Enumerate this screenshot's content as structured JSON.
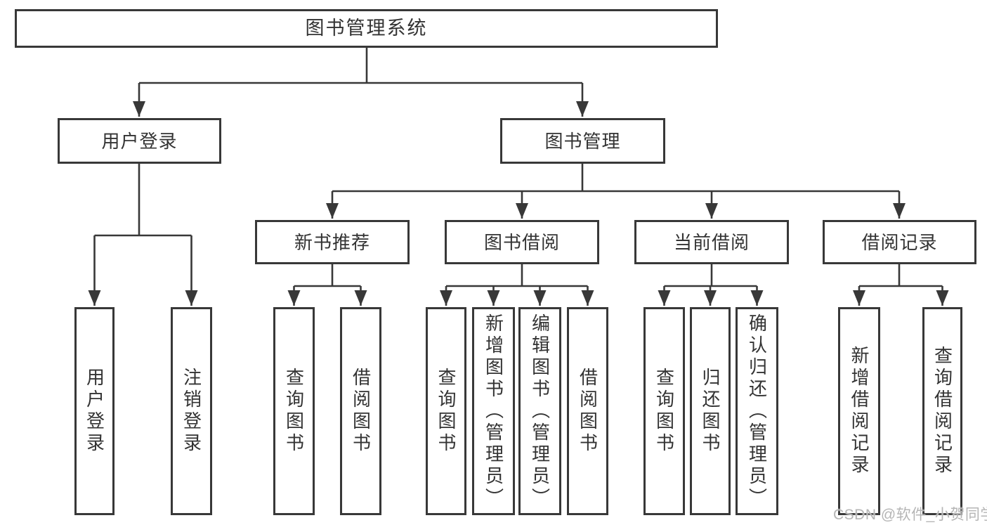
{
  "colors": {
    "line": "#383838",
    "border": "#383838",
    "text": "#333333",
    "box_background": "#ffffff",
    "watermark": "#b5b5b5"
  },
  "root": {
    "label": "图书管理系统"
  },
  "login": {
    "label": "用户登录",
    "children": [
      {
        "label": "用户登录"
      },
      {
        "label": "注销登录"
      }
    ]
  },
  "management": {
    "label": "图书管理",
    "sections": [
      {
        "label": "新书推荐",
        "children": [
          {
            "label": "查询图书"
          },
          {
            "label": "借阅图书"
          }
        ]
      },
      {
        "label": "图书借阅",
        "children": [
          {
            "label": "查询图书"
          },
          {
            "label": "新增图书（管理员）"
          },
          {
            "label": "编辑图书（管理员）"
          },
          {
            "label": "借阅图书"
          }
        ]
      },
      {
        "label": "当前借阅",
        "children": [
          {
            "label": "查询图书"
          },
          {
            "label": "归还图书"
          },
          {
            "label": "确认归还（管理员）"
          }
        ]
      },
      {
        "label": "借阅记录",
        "children": [
          {
            "label": "新增借阅记录"
          },
          {
            "label": "查询借阅记录"
          }
        ]
      }
    ]
  },
  "watermark": {
    "text": "CSDN @软件_小贺同学"
  }
}
